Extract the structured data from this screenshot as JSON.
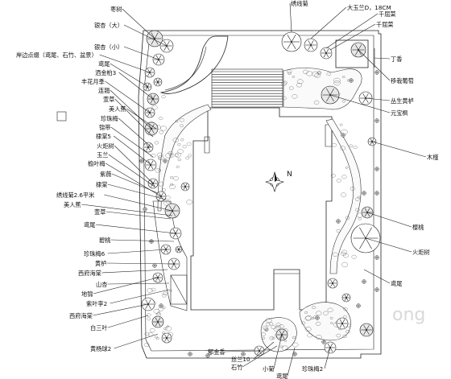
{
  "compass": {
    "north": "N"
  },
  "labels_left": [
    "枣树",
    "银杏（大）",
    "银杏（小）",
    "岸边点缀（鸢尾、石竹、盆景）",
    "鸢尾",
    "洒金柏3",
    "丰花月季",
    "连翘",
    "萱草",
    "美人蕉",
    "珍珠梅",
    "锦带",
    "棣棠5",
    "火炬树",
    "玉兰",
    "榆叶梅",
    "紫薇",
    "棣棠",
    "绣线菊2.6平米",
    "美人蕉",
    "萱草",
    "鸢尾",
    "碧桃",
    "珍珠梅6",
    "黄栌",
    "西府海棠",
    "山杏",
    "地锦",
    "紫叶李2",
    "西府海棠",
    "白三叶",
    "黄杨球2"
  ],
  "labels_right": [
    "绣线菊",
    "大玉兰D，18CM",
    "千屈菜",
    "千屈菜",
    "丁香",
    "移栽葡萄",
    "丛生黄栌",
    "元宝枫",
    "木槿",
    "樱桃",
    "火炬树",
    "鸢尾"
  ],
  "labels_bottom": [
    "郁金香",
    "丝兰10",
    "石竹",
    "小菊",
    "鸢尾",
    "珍珠梅2"
  ],
  "watermark": "ong"
}
